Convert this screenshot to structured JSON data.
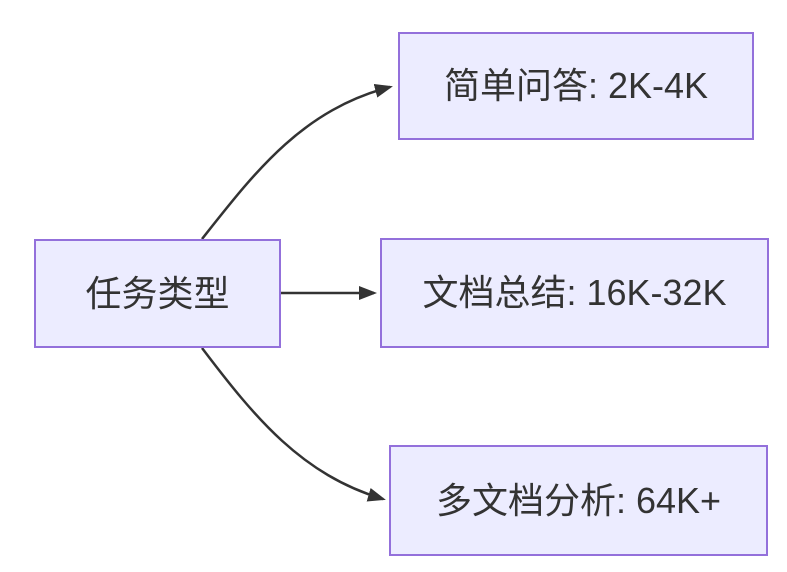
{
  "diagram": {
    "type": "flowchart",
    "direction": "left-to-right",
    "colors": {
      "background": "#ffffff",
      "node_fill": "#ECECFF",
      "node_border": "#9370DB",
      "edge_stroke": "#333333",
      "text": "#333333"
    },
    "nodes": [
      {
        "id": "task-type",
        "label": "任务类型"
      },
      {
        "id": "simple-qa",
        "label": "简单问答: 2K-4K"
      },
      {
        "id": "doc-summary",
        "label": "文档总结: 16K-32K"
      },
      {
        "id": "multi-doc",
        "label": "多文档分析: 64K+"
      }
    ],
    "edges": [
      {
        "from": "task-type",
        "to": "simple-qa",
        "style": "curved-up"
      },
      {
        "from": "task-type",
        "to": "doc-summary",
        "style": "straight"
      },
      {
        "from": "task-type",
        "to": "multi-doc",
        "style": "curved-down"
      }
    ]
  }
}
